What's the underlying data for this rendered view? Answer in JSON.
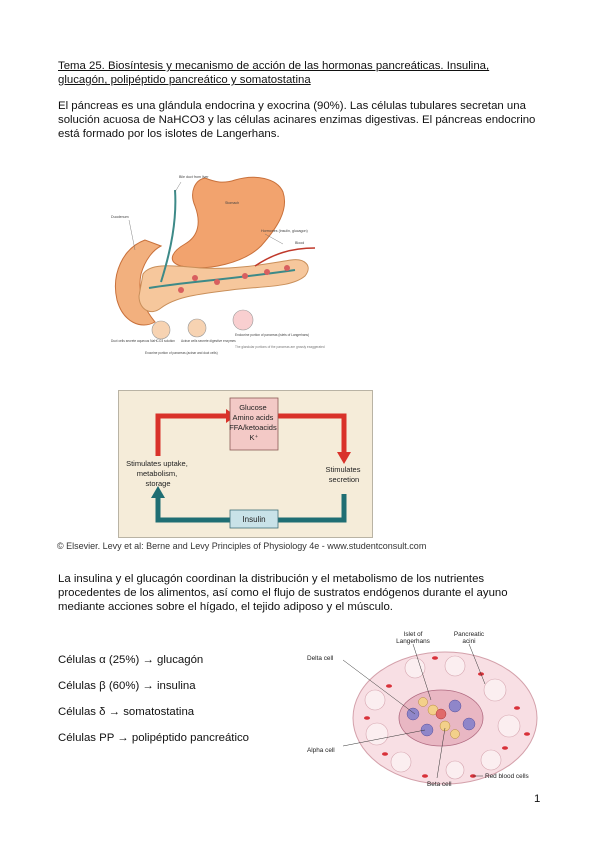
{
  "title": "Tema 25. Biosíntesis y mecanismo de acción de las hormonas pancreáticas. Insulina, glucagón, polipéptido pancreático y somatostatina",
  "paragraph1": "El páncreas es una glándula endocrina y exocrina (90%). Las células tubulares secretan una solución acuosa de NaHCO3 y las células acinares enzimas digestivas. El páncreas endocrino está formado por los islotes de Langerhans.",
  "figure1": {
    "labels": [
      "Bile duct from liver",
      "Stomach",
      "Duodenum",
      "Hormones (insulin, glucagon)",
      "Blood",
      "Duct cells secrete aqueous NaHCO3 solution",
      "Acinar cells secrete digestive enzymes",
      "Endocrine portion of pancreas (islets of Langerhans)",
      "The glandular portions of the pancreas are grossly exaggerated",
      "Exocrine portion of pancreas (acinar and duct cells)"
    ]
  },
  "figure2": {
    "top_box": "Glucose\nAmino acids\nFFA/ketoacids\nK+",
    "left_label": "Stimulates uptake,\nmetabolism,\nstorage",
    "right_label": "Stimulates\nsecretion",
    "bottom_box": "Insulin",
    "caption": "© Elsevier. Levy et al: Berne and Levy Principles of Physiology 4e - www.studentconsult.com",
    "colors": {
      "frame": "#c8c4b8",
      "bg": "#f5ecd9",
      "arrow_red": "#d9322a",
      "arrow_teal": "#1f6e73",
      "box_top": "#f3c9c6",
      "box_bottom": "#c9e2e8"
    }
  },
  "paragraph2": "La insulina y el glucagón coordinan la distribución y el metabolismo de los nutrientes procedentes de los alimentos, así como el flujo de sustratos endógenos durante el ayuno mediante acciones sobre el hígado, el tejido adiposo y el músculo.",
  "cells": [
    "Células α (25%) → glucagón",
    "Células β (60%) → insulina",
    "Células δ → somatostatina",
    "Células PP → polipéptido pancreático"
  ],
  "figure3": {
    "labels": [
      "Islet of Langerhans",
      "Pancreatic acini",
      "Delta cell",
      "Alpha cell",
      "Beta cell",
      "Red blood cells"
    ]
  },
  "page_number": "1"
}
